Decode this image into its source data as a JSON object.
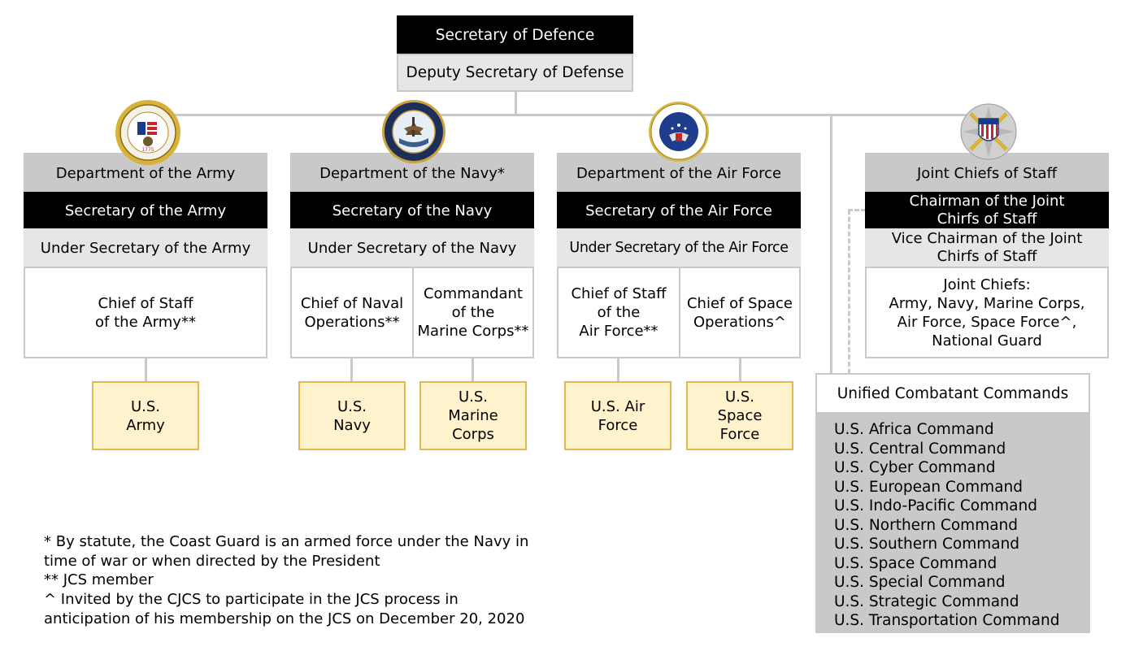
{
  "top": {
    "secretary": "Secretary of Defence",
    "deputy": "Deputy Secretary of Defense"
  },
  "army": {
    "department": "Department of the Army",
    "secretary": "Secretary of the Army",
    "under_secretary": "Under Secretary of the Army",
    "chief": "Chief of Staff\nof the Army**",
    "service": "U.S.\nArmy"
  },
  "navy": {
    "department": "Department of the Navy*",
    "secretary": "Secretary of the Navy",
    "under_secretary": "Under Secretary of the Navy",
    "chief_naval": "Chief of Naval\nOperations**",
    "commandant": "Commandant\nof the\nMarine Corps**",
    "service_navy": "U.S.\nNavy",
    "service_marines": "U.S.\nMarine\nCorps"
  },
  "airforce": {
    "department": "Department of the Air Force",
    "secretary": "Secretary of the Air Force",
    "under_secretary": "Under Secretary of the Air Force",
    "chief_staff": "Chief of Staff\nof the\nAir Force**",
    "chief_space": "Chief of Space\nOperations^",
    "service_af": "U.S. Air\nForce",
    "service_space": "U.S.\nSpace\nForce"
  },
  "jcs": {
    "title": "Joint Chiefs of Staff",
    "chairman": "Chairman of the Joint\nChirfs of Staff",
    "vice": "Vice Chairman of the Joint\nChirfs of Staff",
    "chiefs": "Joint Chiefs:\nArmy, Navy, Marine Corps,\nAir Force, Space Force^,\nNational Guard"
  },
  "commands": {
    "title": "Unified Combatant Commands",
    "items": [
      "U.S. Africa Command",
      "U.S. Central Command",
      "U.S. Cyber Command",
      "U.S. European Command",
      "U.S. Indo-Pacific Command",
      "U.S. Northern Command",
      "U.S. Southern Command",
      "U.S. Space Command",
      "U.S. Special Command",
      "U.S. Strategic Command",
      "U.S. Transportation Command"
    ]
  },
  "footnotes": {
    "note1": "* By statute, the Coast Guard is an armed force under the Navy in\n   time of war or when directed by the President",
    "note2": "** JCS member",
    "note3": "^ Invited by the CJCS to participate in the JCS process in\n   anticipation of his membership on the JCS on December 20, 2020"
  },
  "icons": {
    "army": "army-seal-icon",
    "navy": "navy-seal-icon",
    "airforce": "air-force-seal-icon",
    "jcs": "joint-chiefs-seal-icon"
  },
  "colors": {
    "grey": "#c9c9c9",
    "light": "#e6e6e6",
    "service_fill": "#fff2cc",
    "service_border": "#e3b84f"
  }
}
